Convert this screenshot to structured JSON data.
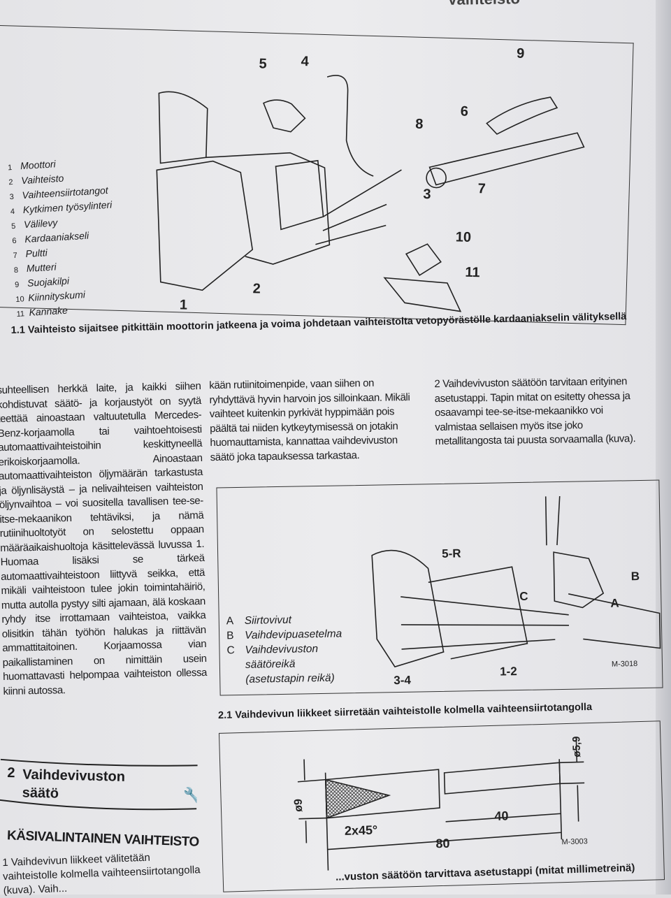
{
  "header": {
    "title": "Vaihteisto"
  },
  "figure1": {
    "legend": [
      {
        "n": "1",
        "label": "Moottori"
      },
      {
        "n": "2",
        "label": "Vaihteisto"
      },
      {
        "n": "3",
        "label": "Vaihteensiirtotangot"
      },
      {
        "n": "4",
        "label": "Kytkimen työsylinteri"
      },
      {
        "n": "5",
        "label": "Välilevy"
      },
      {
        "n": "6",
        "label": "Kardaaniakseli"
      },
      {
        "n": "7",
        "label": "Pultti"
      },
      {
        "n": "8",
        "label": "Mutteri"
      },
      {
        "n": "9",
        "label": "Suojakilpi"
      },
      {
        "n": "10",
        "label": "Kiinnityskumi"
      },
      {
        "n": "11",
        "label": "Kannake"
      }
    ],
    "callouts": [
      "1",
      "2",
      "3",
      "4",
      "5",
      "6",
      "7",
      "8",
      "9",
      "10",
      "11"
    ],
    "caption_num": "1.1",
    "caption": "Vaihteisto sijaitsee pitkittäin moottorin jatkeena ja voima johdetaan vaihteistolta vetopyörästölle kardaaniakselin välityksellä"
  },
  "columns": {
    "col1": "suhteellisen herkkä laite, ja kaikki siihen kohdistuvat säätö- ja korjaustyöt on syytä teettää ainoastaan valtuutetulla Mercedes-Benz-korjaamolla tai vaihtoehtoisesti automaattivaihteistoihin keskittyneellä erikoiskorjaamolla. Ainoastaan automaattivaihteiston öljymäärän tarkastusta ja öljynlisäystä – ja nelivaihteisen vaihteiston öljynvaihtoa – voi suositella tavallisen tee-se-itse-mekaanikon tehtäviksi, ja nämä rutiinihuoltotyöt on selostettu oppaan määräaikaishuoltoja käsittelevässä luvussa 1. Huomaa lisäksi se tärkeä automaattivaihteistoon liittyvä seikka, että mikäli vaihteistoon tulee jokin toimintahäiriö, mutta autolla pystyy silti ajamaan, älä koskaan ryhdy itse irrottamaan vaihteistoa, vaikka olisitkin tähän työhön halukas ja riittävän ammattitaitoinen. Korjaamossa vian paikallistaminen on nimittäin usein huomattavasti helpompaa vaihteiston ollessa kiinni autossa.",
    "col2": "kään rutiinitoimenpide, vaan siihen on ryhdyttävä hyvin harvoin jos silloinkaan. Mikäli vaihteet kuitenkin pyrkivät hyppimään pois päältä tai niiden kytkeytymisessä on jotakin huomauttamista, kannattaa vaihdevivuston säätö joka tapauksessa tarkastaa.",
    "col3": "2  Vaihdevivuston säätöön tarvitaan erityinen asetustappi. Tapin mitat on esitetty ohessa ja osaavampi tee-se-itse-mekaanikko voi valmistaa sellaisen myös itse joko metallitangosta tai puusta sorvaamalla (kuva)."
  },
  "figure2": {
    "legend": [
      {
        "k": "A",
        "label": "Siirtovivut"
      },
      {
        "k": "B",
        "label": "Vaihdevipuasetelma"
      },
      {
        "k": "C",
        "label": "Vaihdevivuston säätöreikä (asetustapin reikä)"
      }
    ],
    "callouts": {
      "r": "5-R",
      "a": "A",
      "b": "B",
      "c": "C",
      "s34": "3-4",
      "s12": "1-2"
    },
    "ref": "M-3018",
    "caption_num": "2.1",
    "caption": "Vaihdevivun liikkeet siirretään vaihteistolle kolmella vaihteensiirtotangolla"
  },
  "figure3": {
    "dims": {
      "d1": "ø9",
      "d2": "ø5,9",
      "chamfer": "2x45°",
      "len40": "40",
      "len80": "80"
    },
    "ref": "M-3003",
    "caption": "...vuston säätöön tarvittava asetustappi (mitat millimetreinä)"
  },
  "section": {
    "num": "2",
    "title": "Vaihdevivuston säätö",
    "icon": "wrench-difficulty-icon"
  },
  "subheading": "KÄSIVALINTAINEN VAIHTEISTO",
  "para4": "1  Vaihdevivun liikkeet välitetään vaihteistolle kolmella vaihteensiirtotangolla (kuva). Vaih..."
}
